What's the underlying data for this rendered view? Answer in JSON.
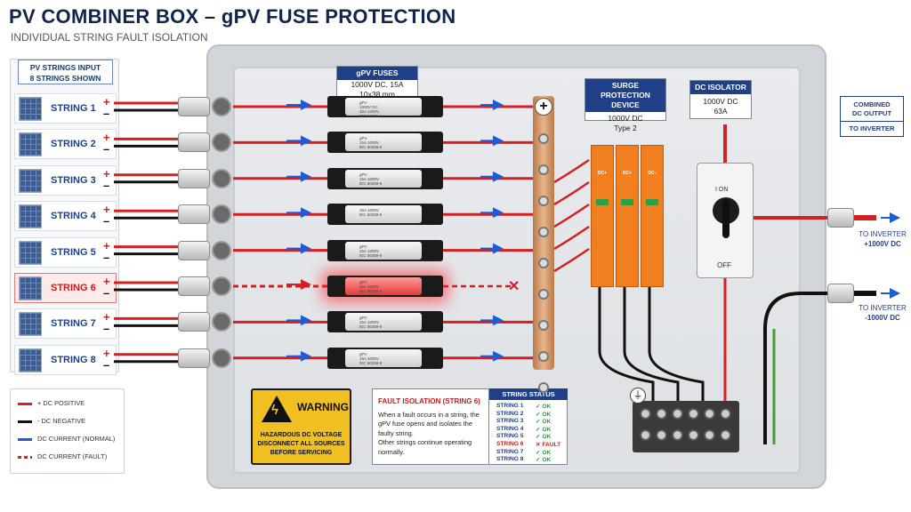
{
  "title": "PV COMBINER BOX – gPV FUSE PROTECTION",
  "subtitle": "INDIVIDUAL STRING FAULT ISOLATION",
  "sidebar": {
    "header_line1": "PV STRINGS INPUT",
    "header_line2": "8 STRINGS SHOWN",
    "plus": "+",
    "minus": "–",
    "strings": [
      "STRING 1",
      "STRING 2",
      "STRING 3",
      "STRING 4",
      "STRING 5",
      "STRING 6",
      "STRING 7",
      "STRING 8"
    ],
    "fault_index": 5
  },
  "fuses_callout": {
    "title": "gPV FUSES",
    "line1": "1000V DC, 15A",
    "line2": "10x38 mm"
  },
  "fuse_labels": [
    [
      "gPV",
      "1000V DC",
      "15A 1000V",
      "IEC 60269-6"
    ],
    [
      "gPV",
      "15A 1000V",
      "IEC 60269-6"
    ],
    [
      "gPV",
      "15A 1000V",
      "IEC 60269-6"
    ],
    [
      "15A 1000V",
      "IEC 60269-6"
    ],
    [
      "gPV",
      "15A 1000V",
      "IEC 60269-6"
    ],
    [
      "gPV",
      "15A 1000V",
      "IEC 60269-6"
    ],
    [
      "gPV",
      "15A 1000V",
      "IEC 60269-6"
    ],
    [
      "gPV",
      "15A 1000V",
      "IEC 60269-6"
    ]
  ],
  "busbar_symbol": "+",
  "fault_mark": "✕",
  "spd_callout": {
    "title_line1": "SURGE PROTECTION",
    "title_line2": "DEVICE",
    "line1": "1000V DC",
    "line2": "Type 2"
  },
  "spd_modules": [
    "DC+",
    "DC+",
    "DC-"
  ],
  "isolator_callout": {
    "title": "DC ISOLATOR",
    "line1": "1000V DC",
    "line2": "63A"
  },
  "isolator": {
    "on": "I ON",
    "off": "OFF"
  },
  "ground_symbol": "⏚",
  "combined_output": {
    "title_line1": "COMBINED",
    "title_line2": "DC OUTPUT",
    "sub": "TO INVERTER"
  },
  "outputs": [
    {
      "line1": "TO INVERTER",
      "line2": "+1000V DC"
    },
    {
      "line1": "TO INVERTER",
      "line2": "-1000V DC"
    }
  ],
  "warning": {
    "title": "WARNING",
    "line1": "HAZARDOUS DC VOLTAGE",
    "line2": "DISCONNECT ALL SOURCES",
    "line3": "BEFORE SERVICING"
  },
  "fault_isolation": {
    "title": "FAULT ISOLATION (STRING 6)",
    "text": "When a fault occurs in a string, the gPV fuse opens and isolates the faulty string.",
    "text2": "Other strings continue operating normally."
  },
  "string_status": {
    "title": "STRING STATUS",
    "rows": [
      {
        "name": "STRING 1",
        "status": "✓ OK"
      },
      {
        "name": "STRING 2",
        "status": "✓ OK"
      },
      {
        "name": "STRING 3",
        "status": "✓ OK"
      },
      {
        "name": "STRING 4",
        "status": "✓ OK"
      },
      {
        "name": "STRING 5",
        "status": "✓ OK"
      },
      {
        "name": "STRING 6",
        "status": "✕ FAULT"
      },
      {
        "name": "STRING 7",
        "status": "✓ OK"
      },
      {
        "name": "STRING 8",
        "status": "✓ OK"
      }
    ]
  },
  "legend": [
    {
      "label": "+ DC POSITIVE",
      "color": "#d32020",
      "kind": "line"
    },
    {
      "label": "- DC NEGATIVE",
      "color": "#111111",
      "kind": "line"
    },
    {
      "label": "DC CURRENT (NORMAL)",
      "color": "#1e5bd6",
      "kind": "arrow"
    },
    {
      "label": "DC CURRENT (FAULT)",
      "color": "#d32020",
      "kind": "dashed"
    }
  ],
  "colors": {
    "positive": "#d32020",
    "negative": "#111111",
    "current_normal": "#1e5bd6",
    "fault": "#d32020",
    "brand_blue": "#1f3f86",
    "spd_orange": "#f17f1f",
    "warning_yellow": "#f0bf22"
  }
}
